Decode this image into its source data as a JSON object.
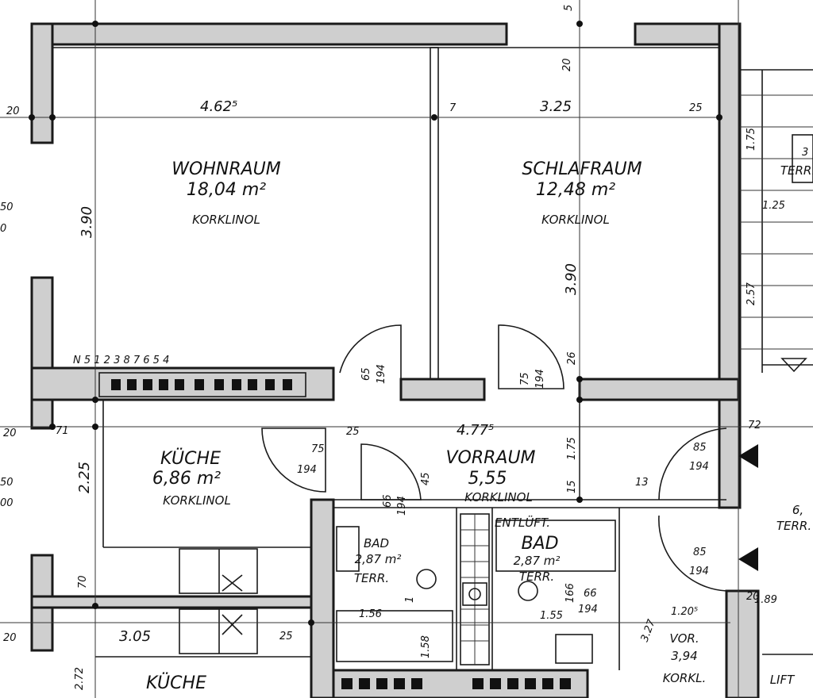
{
  "rooms": {
    "wohnraum": {
      "name": "WOHNRAUM",
      "area": "18,04 m²",
      "floor": "KORKLINOL"
    },
    "schlafraum": {
      "name": "SCHLAFRAUM",
      "area": "12,48 m²",
      "floor": "KORKLINOL"
    },
    "kueche": {
      "name": "KÜCHE",
      "area": "6,86 m²",
      "floor": "KORKLINOL"
    },
    "vorraum": {
      "name": "VORRAUM",
      "area": "5,55",
      "floor": "KORKLINOL"
    },
    "bad1": {
      "name": "BAD",
      "area": "2,87 m²",
      "floor": "TERR."
    },
    "bad2": {
      "name": "BAD",
      "area": "2,87 m²",
      "floor": "TERR."
    },
    "entlueft": "ENTLÜFT.",
    "vor": {
      "name": "VOR.",
      "area": "3,94",
      "floor": "KORKL."
    },
    "kueche_lower": "KÜCHE",
    "lift": "LIFT",
    "terr_right1": "TERR.",
    "terr_right2": "TERR.",
    "label_right": "6,"
  },
  "dims": {
    "w_wohn": "4.62⁵",
    "w_schlaf": "3.25",
    "d_20_top": "20",
    "d_7": "7",
    "d_25_top": "25",
    "h_wohn": "3.90",
    "h_schlaf": "3.90",
    "d_20_left": "20",
    "d_50_a": "50",
    "d_0_a": "0",
    "d_50_b": "50",
    "d_00_b": "00",
    "d_20_k": "20",
    "d_71": "71",
    "d_225": "2.25",
    "d_70": "70",
    "d_305": "3.05",
    "d_25_k": "25",
    "d_20_bl": "20",
    "d_272": "2.72",
    "d_25_v": "25",
    "w_vor": "4.77⁵",
    "d_175": "1.75",
    "d_15": "15",
    "d_26": "26",
    "d_72": "72",
    "d_85_a": "85",
    "d_194_a": "194",
    "d_85_b": "85",
    "d_194_b": "194",
    "d_75_a": "75",
    "d_194_c": "194",
    "d_65": "65",
    "d_194_d": "194",
    "d_75_k": "75",
    "d_194_k": "194",
    "d_66": "66",
    "d_194_b1": "194",
    "d_156": "1.56",
    "d_155": "1.55",
    "d_66_b": "66",
    "d_194_b2": "194",
    "d_120": "1.20⁵",
    "d_189": "1.89",
    "d_175_r": "1.75",
    "d_125": "1.25",
    "d_257": "2.57",
    "d_20_r": "20",
    "d_13": "13",
    "d_3": "3",
    "d_20_v": "20",
    "d_45": "45",
    "d_327": "3.27",
    "d_158": "1.58",
    "d_1": "1",
    "d_166": "166",
    "d_5": "5",
    "radiator_labels": "N 5 1 2 3 8 7 6 5 4"
  }
}
